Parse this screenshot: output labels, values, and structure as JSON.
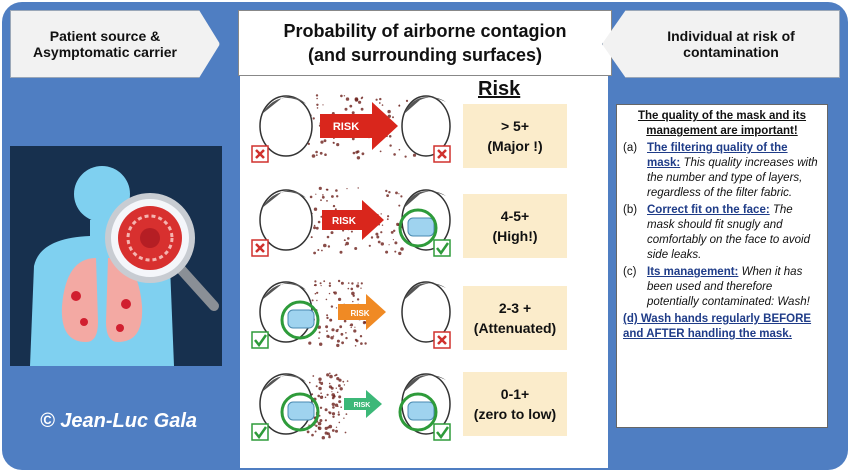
{
  "header": {
    "left": "Patient source & Asymptomatic carrier",
    "title_line1": "Probability of airborne contagion",
    "title_line2": "(and surrounding surfaces)",
    "right": "Individual at risk of contamination"
  },
  "risk_heading": "Risk",
  "rows": [
    {
      "arrow_label": "RISK",
      "risk_value": "> 5+",
      "risk_desc": "(Major !)",
      "source_mask": false,
      "target_mask": false
    },
    {
      "arrow_label": "RISK",
      "risk_value": "4-5+",
      "risk_desc": "(High!)",
      "source_mask": false,
      "target_mask": true
    },
    {
      "arrow_label": "RISK",
      "risk_value": "2-3 +",
      "risk_desc": "(Attenuated)",
      "source_mask": true,
      "target_mask": false
    },
    {
      "arrow_label": "RISK",
      "risk_value": "0-1+",
      "risk_desc": "(zero to low)",
      "source_mask": true,
      "target_mask": true
    }
  ],
  "info": {
    "heading": "The quality of the mask and its management are important!",
    "items": [
      {
        "label": "(a)",
        "key": "The filtering quality of the mask:",
        "text": "This quality increases with the number and type of layers, regardless of the filter fabric."
      },
      {
        "label": "(b)",
        "key": "Correct fit on the face:",
        "text": "The mask should fit snugly and comfortably on the face to avoid side leaks."
      },
      {
        "label": "(c)",
        "key": "Its management:",
        "text": "When it has been used and therefore potentially contaminated: Wash!"
      }
    ],
    "final": "(d) Wash hands regularly BEFORE and AFTER handling the mask."
  },
  "copyright": "© Jean-Luc Gala",
  "colors": {
    "background": "#4f7ec2",
    "risk_box": "#fbeccb",
    "arrow_red": "#d9261c",
    "arrow_orange": "#f08a24",
    "arrow_green": "#3cb878",
    "check": "#2e9b3a",
    "cross": "#d0312d"
  }
}
